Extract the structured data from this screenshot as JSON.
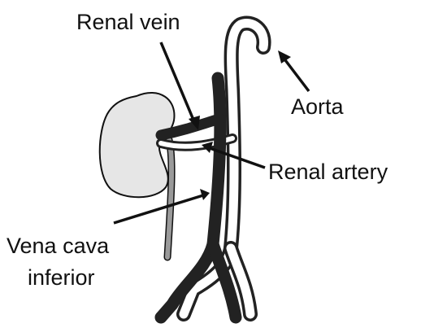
{
  "labels": {
    "renal_vein": "Renal vein",
    "aorta": "Aorta",
    "renal_artery": "Renal artery",
    "vena_cava_line1": "Vena cava",
    "vena_cava_line2": "inferior"
  },
  "colors": {
    "kidney_fill": "#e6e6e6",
    "vein": "#222222",
    "artery_outline": "#222222",
    "ureter": "#9a9a9a",
    "text": "#111111"
  }
}
